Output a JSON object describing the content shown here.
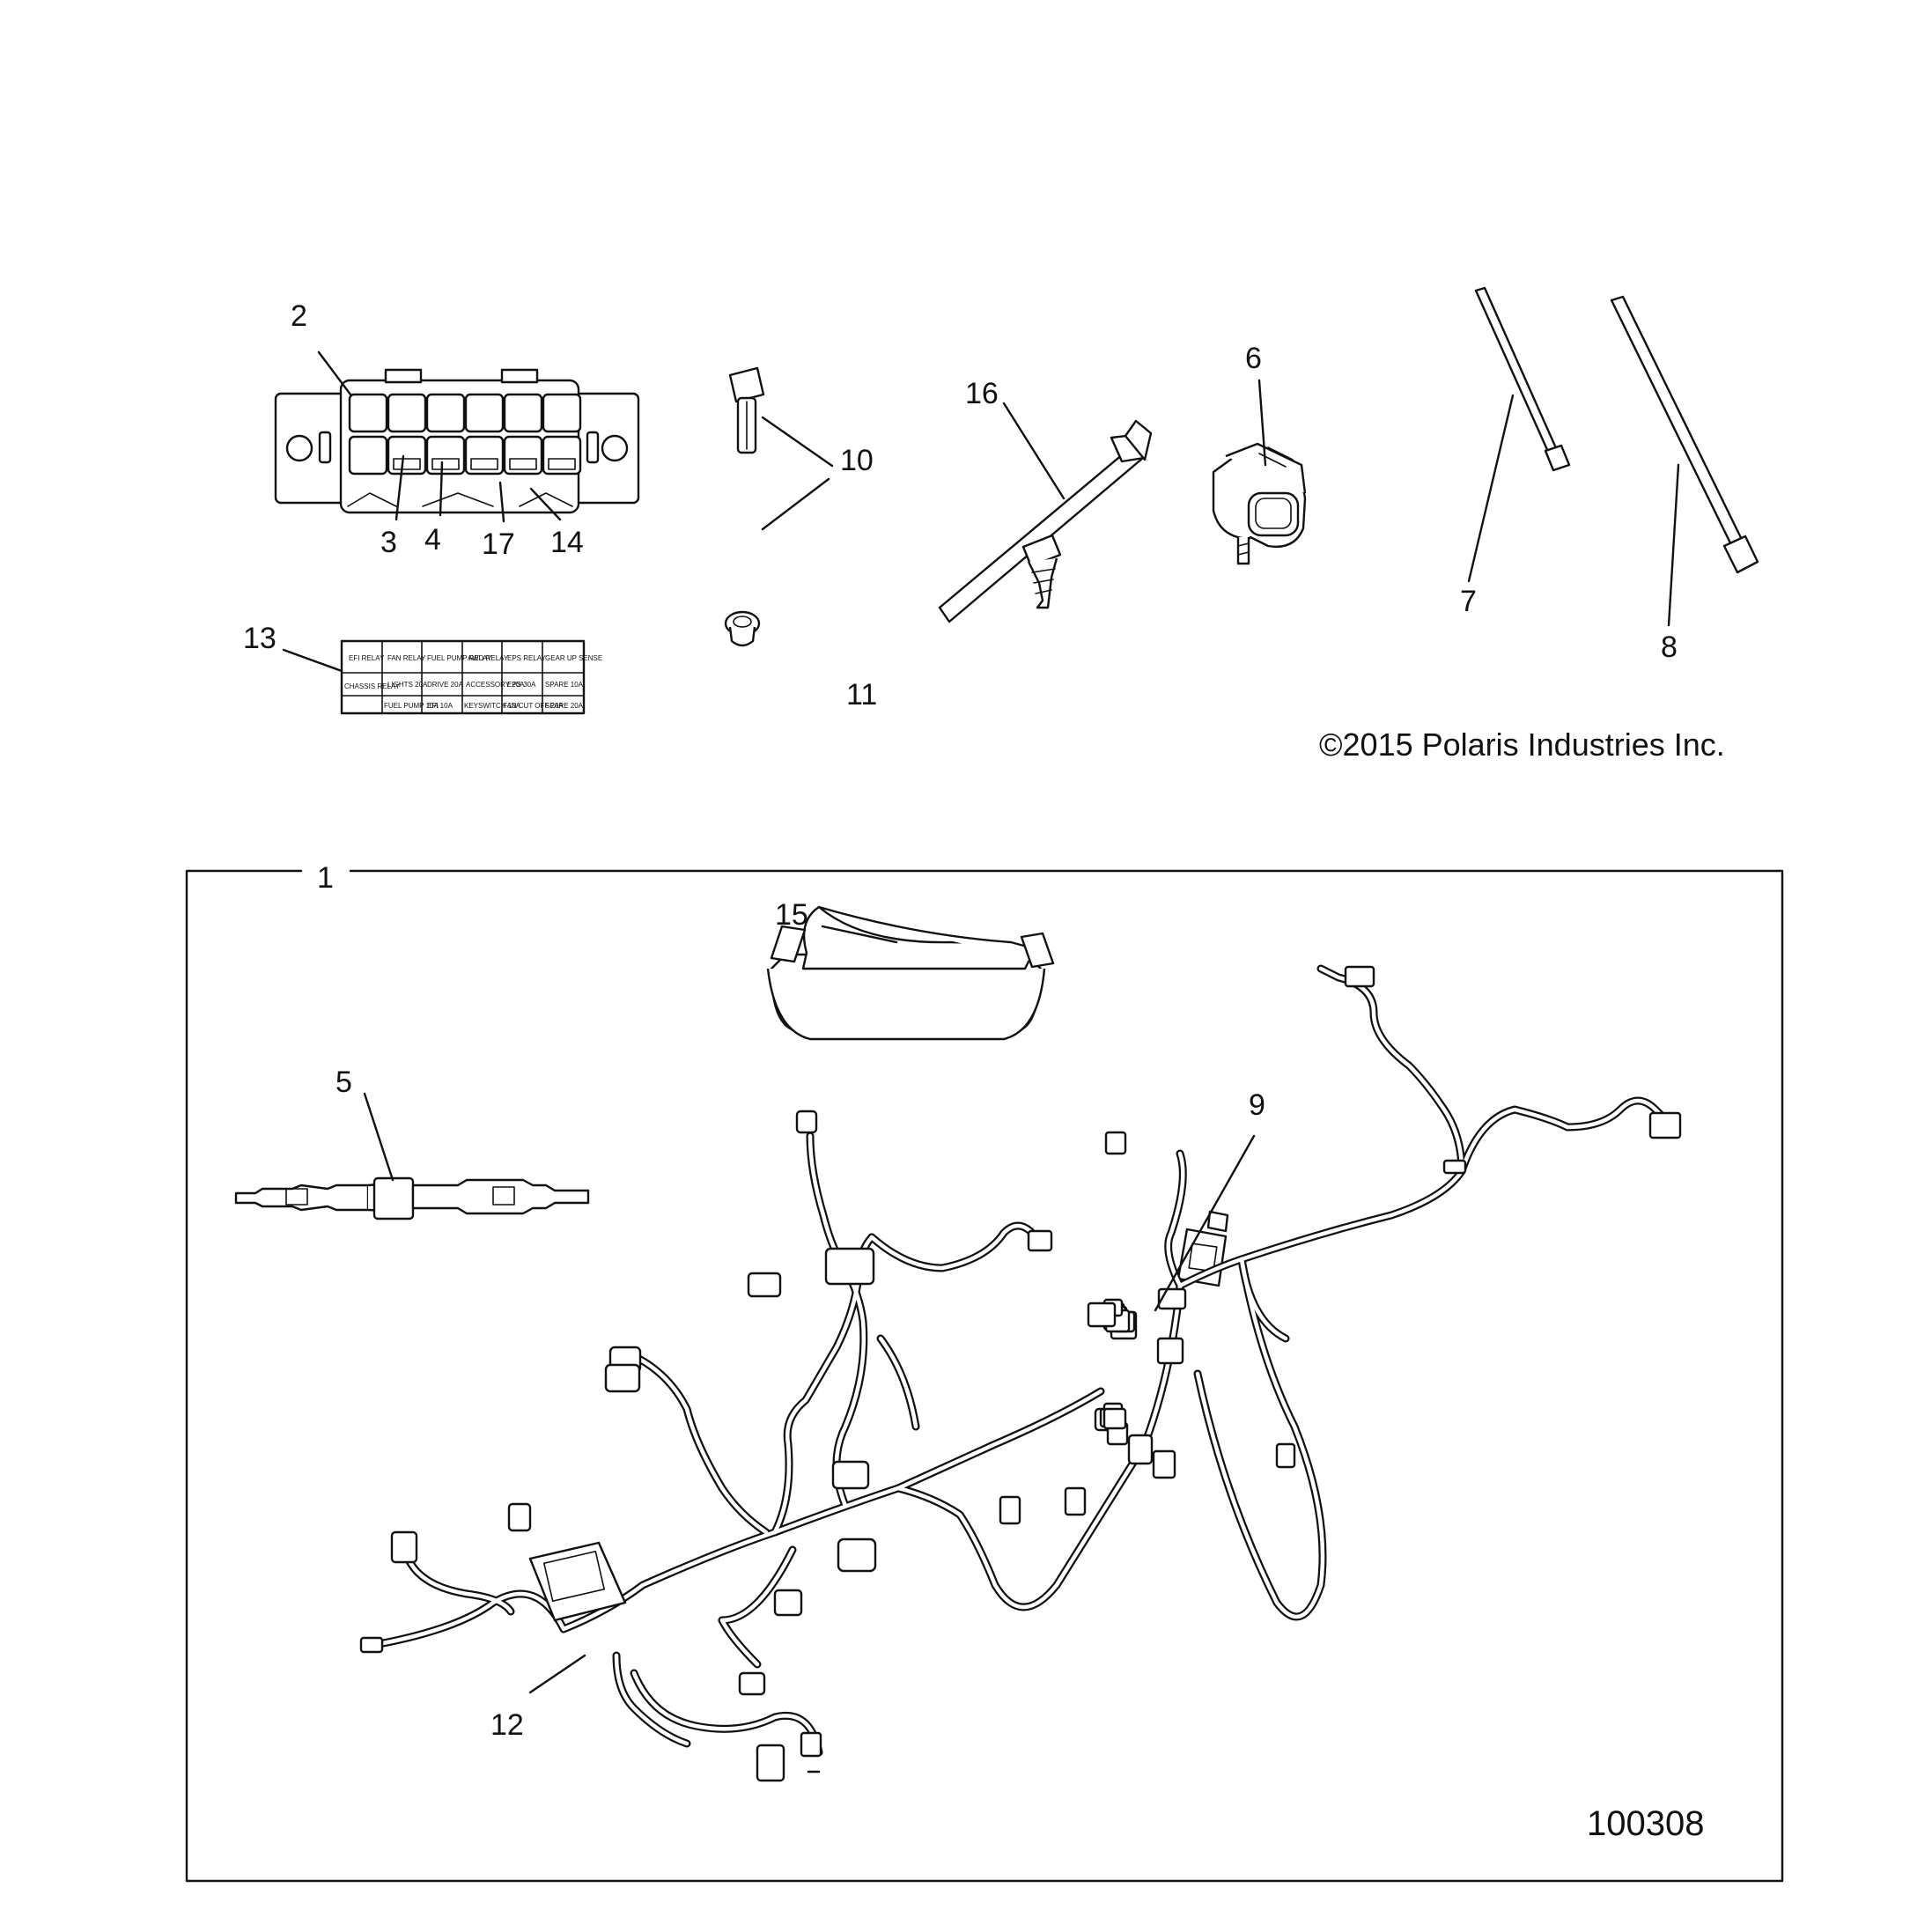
{
  "callouts": {
    "c1": "1",
    "c2": "2",
    "c3": "3",
    "c4": "4",
    "c5": "5",
    "c6": "6",
    "c7": "7",
    "c8": "8",
    "c9": "9",
    "c10": "10",
    "c11": "11",
    "c12": "12",
    "c13": "13",
    "c14": "14",
    "c15": "15",
    "c16": "16",
    "c17": "17"
  },
  "copyright": "©2015 Polaris Industries Inc.",
  "figure_id": "100308",
  "decal_13": {
    "row1": [
      "EFI RELAY",
      "FAN RELAY",
      "FUEL PUMP RELAY",
      "AWD RELAY",
      "EPS RELAY",
      "GEAR UP SENSE",
      "CHASSIS RELAY"
    ],
    "row2": [
      "LIGHTS 20A",
      "DRIVE 20A",
      "ACCESSORY 20A",
      "EPS 30A",
      "SPARE 10A"
    ],
    "row3": [
      "FUEL PUMP 10A",
      "EFI 10A",
      "KEYSWITCH 10A",
      "FAN CUT OFF 20A",
      "SPARE 20A"
    ]
  }
}
